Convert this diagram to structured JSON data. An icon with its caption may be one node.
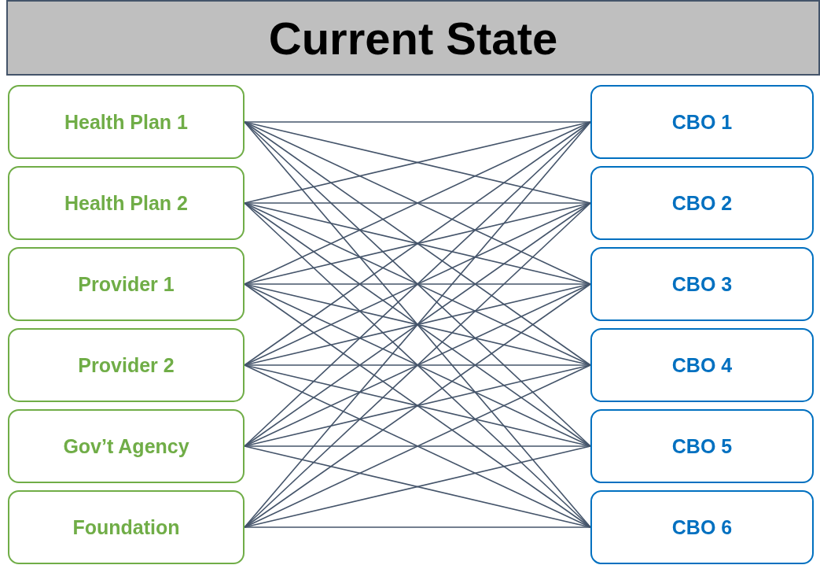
{
  "diagram": {
    "title": "Current State",
    "nodes": [
      {
        "text": [
          "Health Plan 1"
        ]
      },
      {
        "text": [
          "Health Plan 2"
        ]
      },
      {
        "text": [
          "Provider 1"
        ]
      },
      {
        "text": [
          "Provider 2"
        ]
      },
      {
        "text": [
          "Gov’t Agency"
        ]
      },
      {
        "text": [
          "Foundation"
        ]
      },
      {
        "text": [
          "CBO 1"
        ]
      },
      {
        "text": [
          "CBO 2"
        ]
      },
      {
        "text": [
          "CBO 3"
        ]
      },
      {
        "text": [
          "CBO 4"
        ]
      },
      {
        "text": [
          "CBO 5"
        ]
      },
      {
        "text": [
          "CBO 6"
        ]
      }
    ],
    "edges": [
      {
        "from": 0,
        "to": 6,
        "arrow": "none"
      },
      {
        "from": 0,
        "to": 7,
        "arrow": "none"
      },
      {
        "from": 0,
        "to": 8,
        "arrow": "none"
      },
      {
        "from": 0,
        "to": 9,
        "arrow": "none"
      },
      {
        "from": 0,
        "to": 10,
        "arrow": "none"
      },
      {
        "from": 0,
        "to": 11,
        "arrow": "none"
      },
      {
        "from": 1,
        "to": 6,
        "arrow": "none"
      },
      {
        "from": 1,
        "to": 7,
        "arrow": "none"
      },
      {
        "from": 1,
        "to": 8,
        "arrow": "none"
      },
      {
        "from": 1,
        "to": 9,
        "arrow": "none"
      },
      {
        "from": 1,
        "to": 10,
        "arrow": "none"
      },
      {
        "from": 1,
        "to": 11,
        "arrow": "none"
      },
      {
        "from": 2,
        "to": 6,
        "arrow": "none"
      },
      {
        "from": 2,
        "to": 7,
        "arrow": "none"
      },
      {
        "from": 2,
        "to": 8,
        "arrow": "none"
      },
      {
        "from": 2,
        "to": 9,
        "arrow": "none"
      },
      {
        "from": 2,
        "to": 10,
        "arrow": "none"
      },
      {
        "from": 2,
        "to": 11,
        "arrow": "none"
      },
      {
        "from": 3,
        "to": 6,
        "arrow": "none"
      },
      {
        "from": 3,
        "to": 7,
        "arrow": "none"
      },
      {
        "from": 3,
        "to": 8,
        "arrow": "none"
      },
      {
        "from": 3,
        "to": 9,
        "arrow": "none"
      },
      {
        "from": 3,
        "to": 10,
        "arrow": "none"
      },
      {
        "from": 3,
        "to": 11,
        "arrow": "none"
      },
      {
        "from": 4,
        "to": 6,
        "arrow": "none"
      },
      {
        "from": 4,
        "to": 7,
        "arrow": "none"
      },
      {
        "from": 4,
        "to": 8,
        "arrow": "none"
      },
      {
        "from": 4,
        "to": 9,
        "arrow": "none"
      },
      {
        "from": 4,
        "to": 10,
        "arrow": "none"
      },
      {
        "from": 4,
        "to": 11,
        "arrow": "none"
      },
      {
        "from": 5,
        "to": 6,
        "arrow": "none"
      },
      {
        "from": 5,
        "to": 7,
        "arrow": "none"
      },
      {
        "from": 5,
        "to": 8,
        "arrow": "none"
      },
      {
        "from": 5,
        "to": 9,
        "arrow": "none"
      },
      {
        "from": 5,
        "to": 10,
        "arrow": "none"
      },
      {
        "from": 5,
        "to": 11,
        "arrow": "none"
      }
    ]
  }
}
